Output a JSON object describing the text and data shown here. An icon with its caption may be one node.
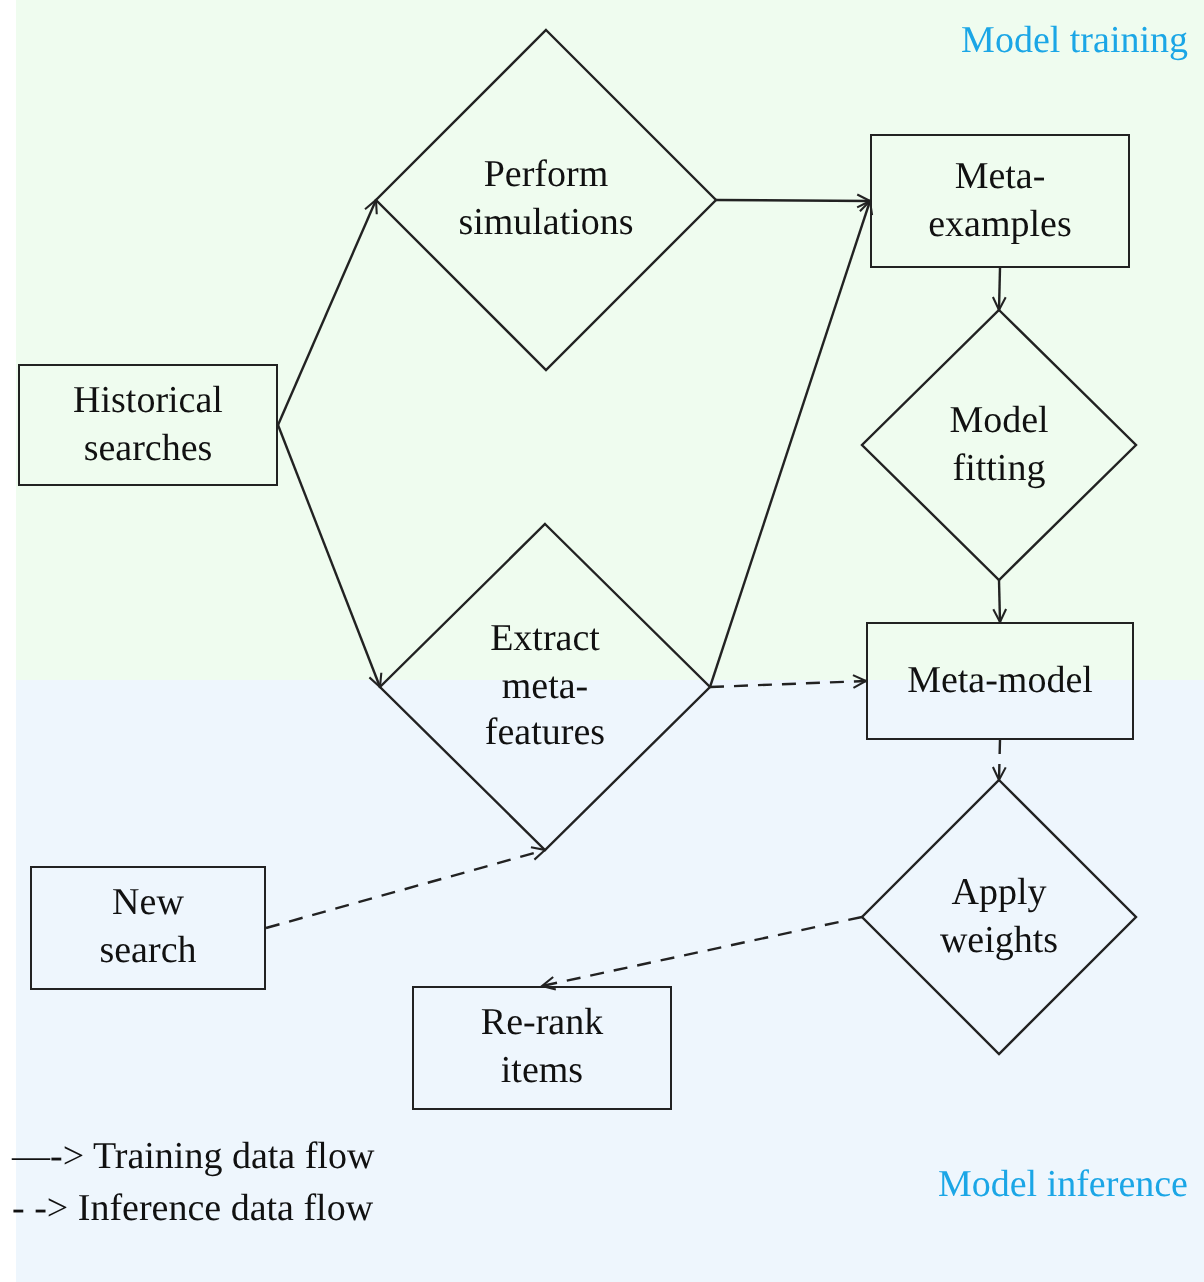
{
  "diagram": {
    "nodes": [
      {
        "text": [
          "Model training"
        ]
      },
      {
        "text": [
          "Model inference"
        ]
      },
      {
        "text": [
          "Historical searches"
        ],
        "in": 0
      },
      {
        "text": [
          "Perform simulations"
        ],
        "in": 0
      },
      {
        "text": [
          "Extract meta-features"
        ]
      },
      {
        "text": [
          "Meta-examples"
        ],
        "in": 0
      },
      {
        "text": [
          "Model fitting"
        ],
        "in": 0
      },
      {
        "text": [
          "Meta-model"
        ]
      },
      {
        "text": [
          "New search"
        ],
        "in": 1
      },
      {
        "text": [
          "Apply weights"
        ],
        "in": 1
      },
      {
        "text": [
          "Re-rank items"
        ],
        "in": 1
      }
    ],
    "edges": [
      {
        "from": 2,
        "to": 3,
        "arrow": "to"
      },
      {
        "from": 2,
        "to": 4,
        "arrow": "to"
      },
      {
        "from": 3,
        "to": 5,
        "arrow": "to"
      },
      {
        "from": 4,
        "to": 5,
        "arrow": "to"
      },
      {
        "from": 5,
        "to": 6,
        "arrow": "to"
      },
      {
        "from": 6,
        "to": 7,
        "arrow": "to"
      },
      {
        "from": 4,
        "to": 7,
        "arrow": "to",
        "style": "dashed"
      },
      {
        "from": 7,
        "to": 9,
        "arrow": "to",
        "style": "dashed"
      },
      {
        "from": 8,
        "to": 4,
        "arrow": "to",
        "style": "dashed"
      },
      {
        "from": 9,
        "to": 10,
        "arrow": "to",
        "style": "dashed"
      }
    ],
    "labels": [
      "—-> Training data flow",
      "- -> Inference data flow"
    ]
  }
}
